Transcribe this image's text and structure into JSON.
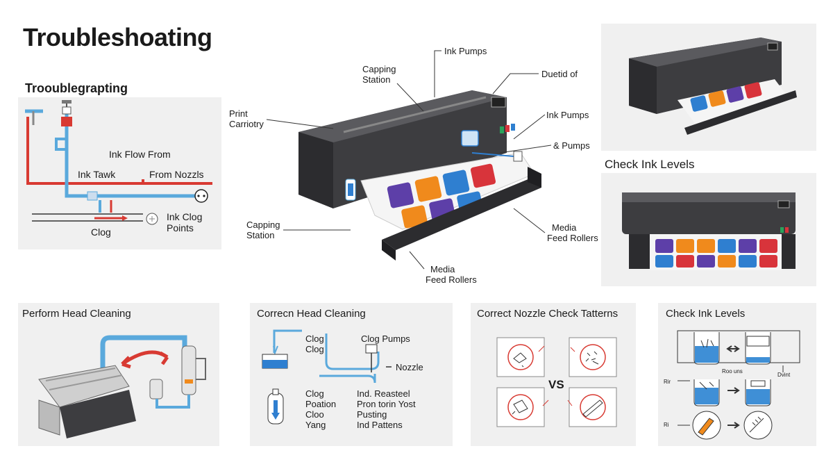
{
  "title": "Troubleshoating",
  "flow": {
    "heading": "Trooublegrapting",
    "labels": {
      "ink_flow_from": "Ink Flow From",
      "ink_tawk": "Ink Tawk",
      "from_nozzls": "From Nozzls",
      "ink_clog": "Ink Clog",
      "points": "Points",
      "clog": "Clog"
    }
  },
  "printer_diagram": {
    "labels": {
      "ink_pumps_top": "Ink Pumps",
      "capping_top_1": "Capping",
      "capping_top_2": "Station",
      "duetid": "Duetid of",
      "print_1": "Print",
      "print_2": "Carriotry",
      "ink_pumps_mid": "Ink Pumps",
      "and_pumps": "& Pumps",
      "capping_bot_1": "Capping",
      "capping_bot_2": "Station",
      "media_right_1": "Media",
      "media_right_2": "Feed Rollers",
      "media_bot_1": "Media",
      "media_bot_2": "Feed Rollers"
    }
  },
  "right_column": {
    "check_ink_levels": "Check Ink Levels"
  },
  "bottom_panels": {
    "head_cleaning": {
      "title": "Perform Head Cleaning"
    },
    "correcn": {
      "title": "Correcn Head Cleaning",
      "clog_1": "Clog",
      "clog_2": "Clog",
      "clog_pumps": "Clog Pumps",
      "nozzle": "Nozzle",
      "list_left": [
        "Clog",
        "Poation",
        "Cloo",
        "Yang"
      ],
      "list_right": [
        "Ind. Reasteel",
        "Pron torin Yost",
        "Pusting",
        "Ind Pattens"
      ]
    },
    "nozzle_check": {
      "title": "Correct Nozzle Check Tatterns",
      "vs": "VS"
    },
    "ink_levels": {
      "title": "Check Ink Levels",
      "small_1": "Roo uns",
      "small_2": "Dvint",
      "small_3": "Rir",
      "small_4": "Ri"
    }
  },
  "colors": {
    "panel_bg": "#f0f0f0",
    "pipe_blue": "#5aa9dc",
    "pipe_red": "#d83a32",
    "printer_body": "#3d3d40",
    "ink_blue": "#3f8fd6",
    "tile_purple": "#5d3fa8",
    "tile_orange": "#f08a1c",
    "tile_blue": "#2f7fd0",
    "tile_red": "#d8343b"
  }
}
